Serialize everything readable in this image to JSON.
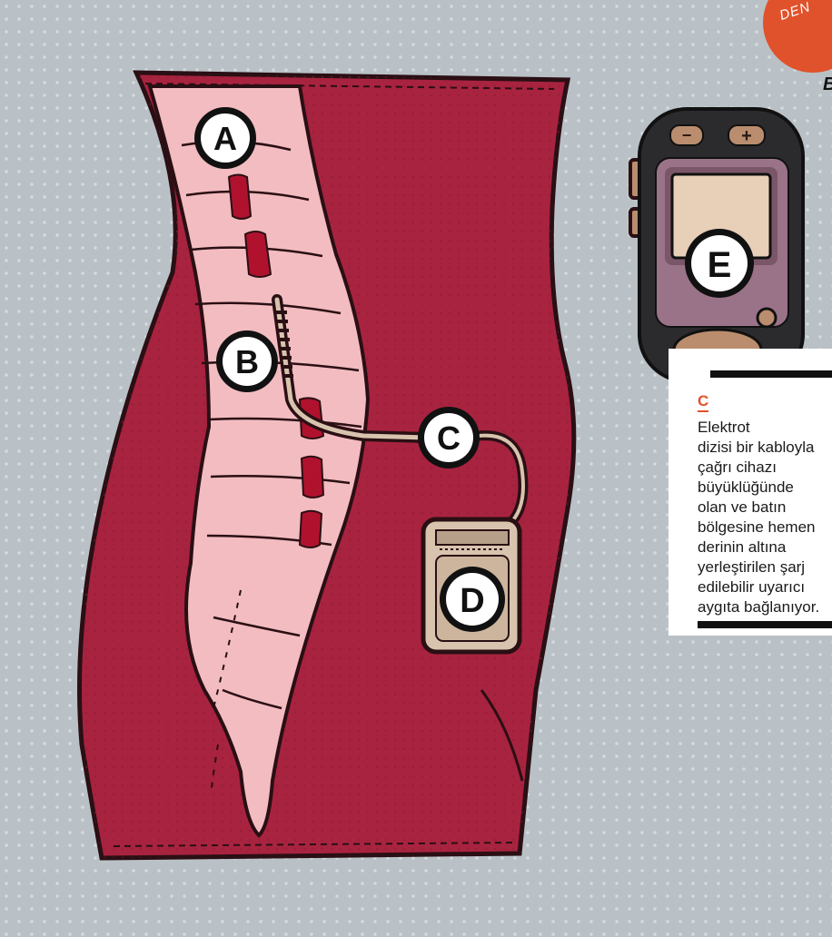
{
  "labels": {
    "a": "A",
    "b": "B",
    "c": "C",
    "d": "D",
    "e": "E"
  },
  "remote": {
    "minus": "−",
    "plus": "+"
  },
  "callout": {
    "letter": "C",
    "text": "Elektrot\ndizisi bir kabloyla\nçağrı cihazı\nbüyüklüğünde\nolan ve batın\nbölgesine hemen\nderinin altına\nyerleştirilen şarj\nedilebilir uyarıcı\naygıta bağlanıyor."
  },
  "stamp": {
    "text": "DEN"
  },
  "corner_letter": "B",
  "colors": {
    "background": "#b9c1c6",
    "body": "#a8233f",
    "bone": "#f2bcc0",
    "disc": "#b0122e",
    "accent": "#e0522b",
    "device": "#d8c4ae"
  }
}
